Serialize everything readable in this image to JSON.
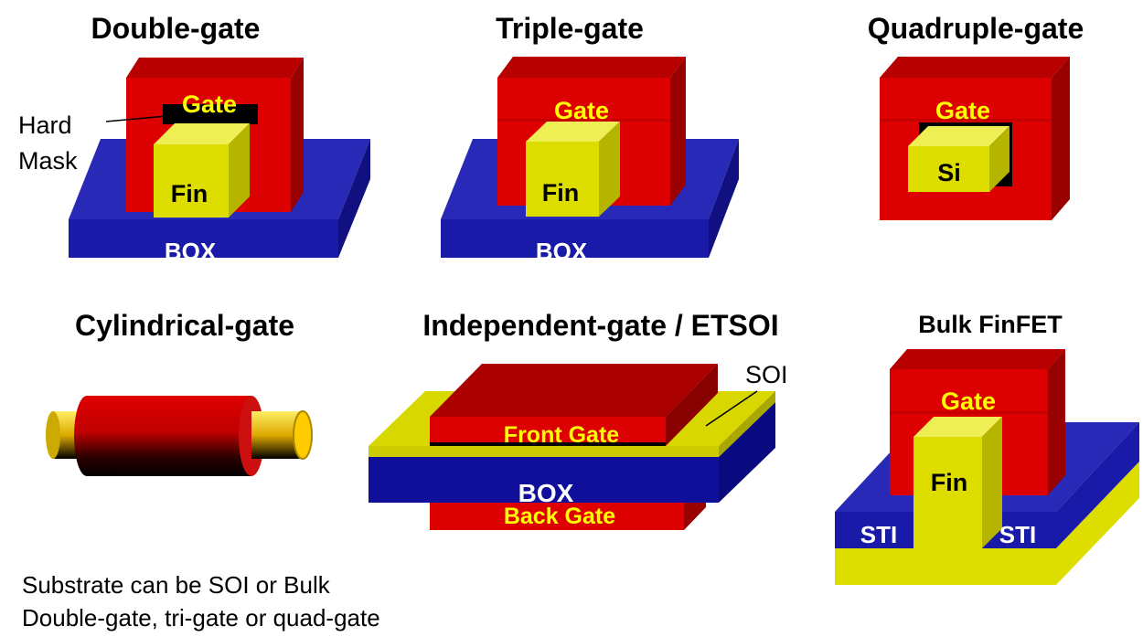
{
  "panels": {
    "double_gate": {
      "title": "Double-gate",
      "gate": "Gate",
      "fin": "Fin",
      "box": "BOX",
      "hard_mask_line1": "Hard",
      "hard_mask_line2": "Mask"
    },
    "triple_gate": {
      "title": "Triple-gate",
      "gate": "Gate",
      "fin": "Fin",
      "box": "BOX"
    },
    "quadruple_gate": {
      "title": "Quadruple-gate",
      "gate": "Gate",
      "si": "Si"
    },
    "cylindrical_gate": {
      "title": "Cylindrical-gate"
    },
    "independent_gate": {
      "title": "Independent-gate / ETSOI",
      "front_gate": "Front Gate",
      "box": "BOX",
      "back_gate": "Back Gate",
      "soi": "SOI"
    },
    "bulk_finfet": {
      "title": "Bulk FinFET",
      "gate": "Gate",
      "fin": "Fin",
      "sti_left": "STI",
      "sti_right": "STI"
    }
  },
  "notes": [
    "Substrate can be SOI or Bulk",
    "Double-gate, tri-gate or quad-gate"
  ],
  "colors": {
    "gate_red": "#dd0000",
    "fin_yellow": "#dddd00",
    "box_blue": "#1a1aa8",
    "label_yellow": "#ffff00"
  }
}
